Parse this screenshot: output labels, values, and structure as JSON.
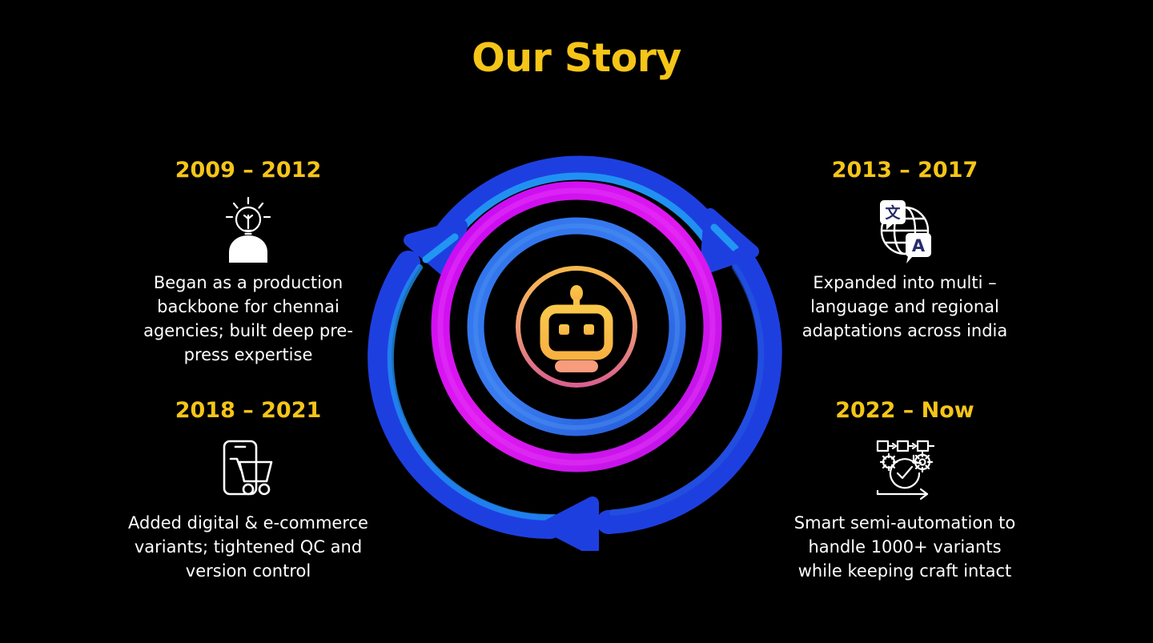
{
  "page": {
    "title": "Our Story",
    "background_color": "#000000",
    "accent_color": "#F5C518",
    "text_color": "#FFFFFF"
  },
  "center_graphic": {
    "name": "cyclical-automation-diagram",
    "center_icon": "robot-icon",
    "rings": [
      {
        "name": "outer-arrow-ring",
        "color": "#1E3FE0",
        "highlight": "#2196F3",
        "arrow_count": 3
      },
      {
        "name": "magenta-ring",
        "color": "#C800F0",
        "highlight": "#E434F5"
      },
      {
        "name": "blue-ring",
        "color": "#2B6FE8",
        "highlight": "#4A90F0"
      },
      {
        "name": "robot-circle",
        "color_top": "#F9B84B",
        "color_bottom": "#D9608F"
      }
    ],
    "robot": {
      "head_color": "#F9BE42",
      "mouth_color": "#F79C7C",
      "eye_color": "#F9BE42"
    }
  },
  "milestones": [
    {
      "id": "2009-2012",
      "year": "2009 – 2012",
      "icon": "idea-person-icon",
      "description": "Began as a production backbone for chennai agencies; built deep pre-press expertise"
    },
    {
      "id": "2013-2017",
      "year": "2013 – 2017",
      "icon": "globe-translate-icon",
      "icon_glyphs": {
        "primary": "文",
        "secondary": "A"
      },
      "description": "Expanded into multi – language and regional adaptations across india"
    },
    {
      "id": "2018-2021",
      "year": "2018 – 2021",
      "icon": "mobile-shopping-cart-icon",
      "description": "Added digital & e-commerce variants; tightened QC and version control"
    },
    {
      "id": "2022-now",
      "year": "2022 – Now",
      "icon": "automation-gear-check-icon",
      "description": "Smart semi-automation to handle 1000+ variants while keeping craft intact"
    }
  ]
}
